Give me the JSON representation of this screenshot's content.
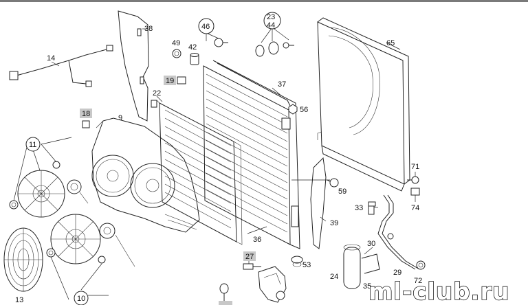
{
  "callouts": {
    "c9": "9",
    "c10": "10",
    "c11": "11",
    "c13": "13",
    "c14": "14",
    "c18": "18",
    "c19": "19",
    "c22": "22",
    "c23_44_a": "23",
    "c23_44_b": "44",
    "c24": "24",
    "c27": "27",
    "c29": "29",
    "c30": "30",
    "c33": "33",
    "c35": "35",
    "c36": "36",
    "c37": "37",
    "c38": "38",
    "c39": "39",
    "c42": "42",
    "c46": "46",
    "c49": "49",
    "c53": "53",
    "c56": "56",
    "c59": "59",
    "c65": "65",
    "c71": "71",
    "c72": "72",
    "c74": "74"
  },
  "highlighted_callouts": [
    "18",
    "19",
    "27"
  ],
  "watermark": "ml-club.ru"
}
